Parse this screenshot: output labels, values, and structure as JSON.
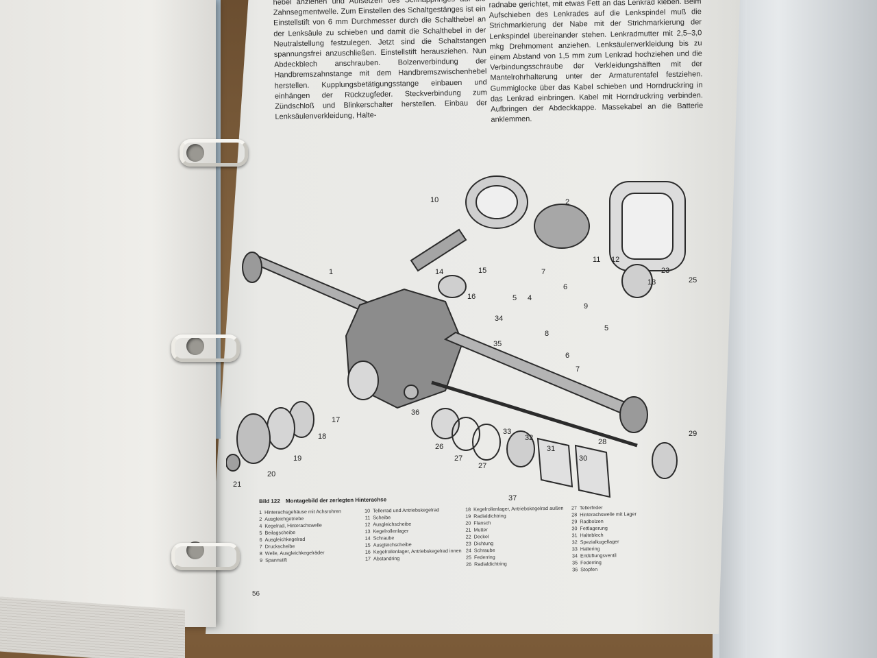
{
  "photo": {
    "subject": "Ringbuch mit aufgeschlagener Werkstatthandbuch-Seite",
    "page_number": "56",
    "figure_caption": {
      "number": "Bild 122",
      "title": "Montagebild der zerlegten Hinterachse"
    },
    "text_left": "hebel anziehen und Aufsetzen des Schnappringes auf die Zahnsegmentwelle. Zum Einstellen des Schaltgestänges ist ein Einstellstift von 6 mm Durchmesser durch die Schalthebel an der Lenksäule zu schieben und damit die Schalthebel in der Neutralstellung festzulegen. Jetzt sind die Schaltstangen spannungsfrei anzuschließen. Einstellstift herausziehen. Nun Abdeckblech anschrauben. Bolzenverbindung der Handbremszahnstange mit dem Handbremszwischenhebel herstellen. Kupplungsbetätigungsstange einbauen und einhängen der Rückzugfeder. Steckverbindung zum Zündschloß und Blinkerschalter herstellen. Einbau der Lenksäulenverkleidung, Halte-",
    "text_right": "radnabe gerichtet, mit etwas Fett an das Lenkrad kleben. Beim Aufschieben des Lenkrades auf die Lenkspindel muß die Strichmarkierung der Nabe mit der Strichmarkierung der Lenkspindel übereinander stehen. Lenkradmutter mit 2,5–3,0 mkg Drehmoment anziehen. Lenksäulenverkleidung bis zu einem Abstand von 1,5 mm zum Lenkrad hochziehen und die Verbindungsschraube der Verkleidungshälften mit der Mantelrohrhalterung unter der Armaturentafel festziehen. Gummiglocke über das Kabel schieben und Horndruckring in das Lenkrad einbringen. Kabel mit Horndruckring verbinden. Aufbringen der Abdeckkappe. Massekabel an die Batterie anklemmen.",
    "legend": [
      [
        {
          "n": "1",
          "t": "Hinterachsgehäuse mit Achsrohren"
        },
        {
          "n": "2",
          "t": "Ausgleichgetriebe"
        },
        {
          "n": "4",
          "t": "Kegelrad, Hinterachswelle"
        },
        {
          "n": "5",
          "t": "Beilagscheibe"
        },
        {
          "n": "6",
          "t": "Ausgleichkegelrad"
        },
        {
          "n": "7",
          "t": "Druckscheibe"
        },
        {
          "n": "8",
          "t": "Welle, Ausgleichkegelräder"
        },
        {
          "n": "9",
          "t": "Spannstift"
        }
      ],
      [
        {
          "n": "10",
          "t": "Tellerrad und Antriebskegelrad"
        },
        {
          "n": "11",
          "t": "Scheibe"
        },
        {
          "n": "12",
          "t": "Ausgleichscheibe"
        },
        {
          "n": "13",
          "t": "Kegelrollenlager"
        },
        {
          "n": "14",
          "t": "Schraube"
        },
        {
          "n": "15",
          "t": "Ausgleichscheibe"
        },
        {
          "n": "16",
          "t": "Kegelrollenlager, Antriebskegelrad innen"
        },
        {
          "n": "17",
          "t": "Abstandring"
        }
      ],
      [
        {
          "n": "18",
          "t": "Kegelrollenlager, Antriebskegelrad außen"
        },
        {
          "n": "19",
          "t": "Radialdichtring"
        },
        {
          "n": "20",
          "t": "Flansch"
        },
        {
          "n": "21",
          "t": "Mutter"
        },
        {
          "n": "22",
          "t": "Deckel"
        },
        {
          "n": "23",
          "t": "Dichtung"
        },
        {
          "n": "24",
          "t": "Schraube"
        },
        {
          "n": "25",
          "t": "Federring"
        },
        {
          "n": "26",
          "t": "Radialdichtring"
        }
      ],
      [
        {
          "n": "27",
          "t": "Tellerfeder"
        },
        {
          "n": "28",
          "t": "Hinterachswelle mit Lager"
        },
        {
          "n": "29",
          "t": "Radbolzen"
        },
        {
          "n": "30",
          "t": "Fettlagerung"
        },
        {
          "n": "31",
          "t": "Halteblech"
        },
        {
          "n": "32",
          "t": "Spezialkugellager"
        },
        {
          "n": "33",
          "t": "Haltering"
        },
        {
          "n": "34",
          "t": "Entlüftungsventil"
        },
        {
          "n": "35",
          "t": "Federring"
        },
        {
          "n": "36",
          "t": "Stopfen"
        }
      ]
    ],
    "callouts": [
      "1",
      "2",
      "4",
      "5",
      "6",
      "7",
      "8",
      "9",
      "10",
      "11",
      "12",
      "13",
      "14",
      "15",
      "16",
      "17",
      "18",
      "19",
      "20",
      "21",
      "23",
      "25",
      "26",
      "27",
      "28",
      "29",
      "30",
      "31",
      "32",
      "33",
      "34",
      "35",
      "36",
      "37"
    ]
  }
}
